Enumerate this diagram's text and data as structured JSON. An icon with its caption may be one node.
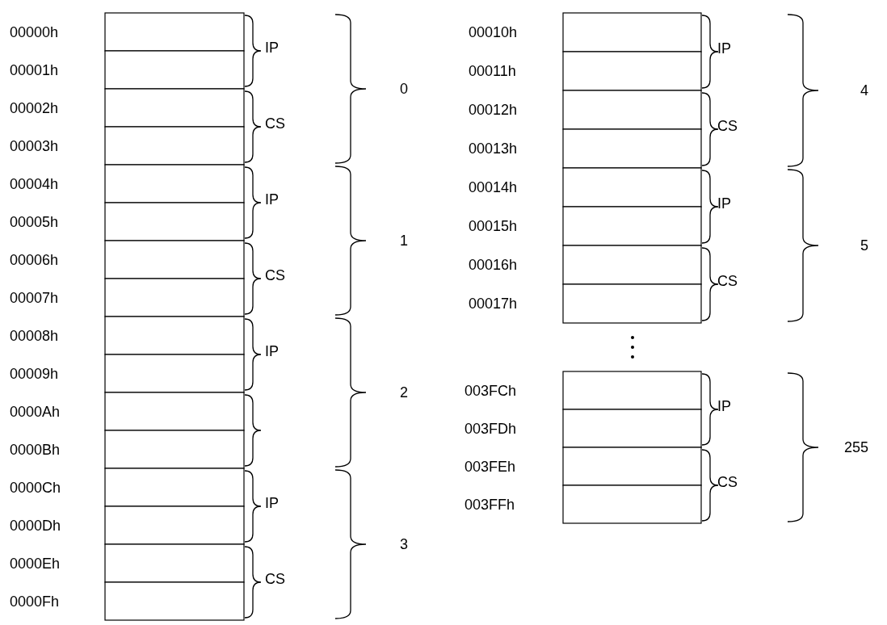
{
  "diagram": {
    "labels": [
      "00000h",
      "00001h",
      "00002h",
      "00003h",
      "00004h",
      "00005h",
      "00006h",
      "00007h",
      "00008h",
      "00009h",
      "0000Ah",
      "0000Bh",
      "0000Ch",
      "0000Dh",
      "0000Eh",
      "0000Fh",
      "IP",
      "CS",
      "IP",
      "CS",
      "IP",
      "IP",
      "CS",
      "0",
      "1",
      "2",
      "3",
      "00010h",
      "00011h",
      "00012h",
      "00013h",
      "00014h",
      "00015h",
      "00016h",
      "00017h",
      "IP",
      "CS",
      "IP",
      "CS",
      "4",
      "5",
      "003FCh",
      "003FDh",
      "003FEh",
      "003FFh",
      "IP",
      "CS",
      "255"
    ]
  }
}
